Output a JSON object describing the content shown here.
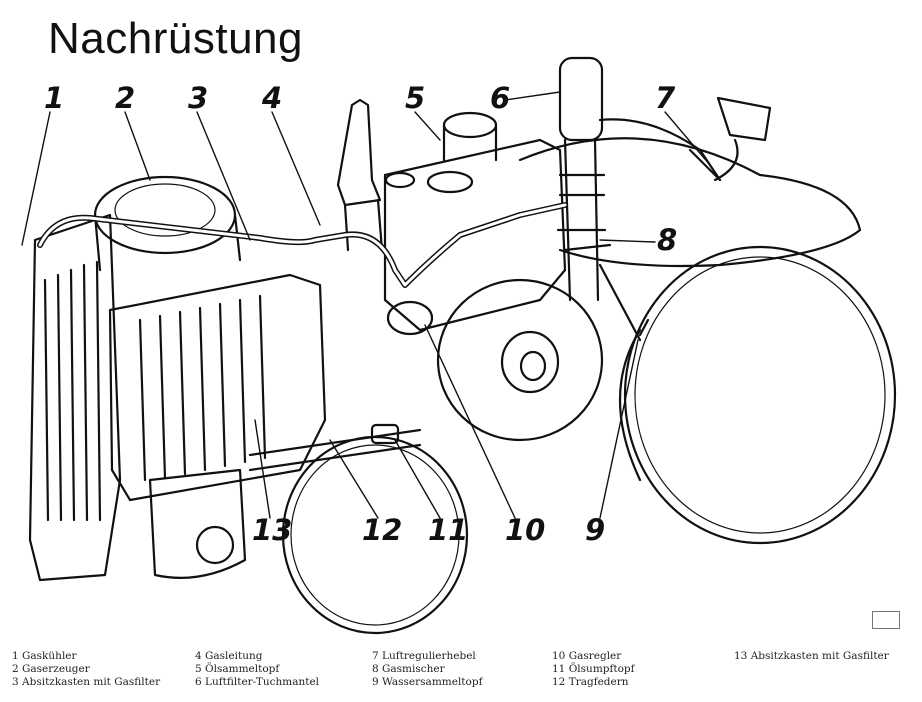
{
  "title": "Nachrüstung",
  "callouts": [
    "1",
    "2",
    "3",
    "4",
    "5",
    "6",
    "7",
    "8",
    "9",
    "10",
    "11",
    "12",
    "13"
  ],
  "legend": {
    "col1": [
      "1 Gaskühler",
      "2 Gaserzeuger",
      "3 Absitzkasten mit Gasfilter"
    ],
    "col2": [
      "4 Gasleitung",
      "5 Ölsammeltopf",
      "6 Luftfilter-Tuchmantel"
    ],
    "col3": [
      "7 Luftregulierhebel",
      "8 Gasmischer",
      "9 Wassersammeltopf"
    ],
    "col4": [
      "10 Gasregler",
      "11 Ölsumpftopf",
      "12 Tragfedern"
    ],
    "col5": [
      "13 Absitzkasten mit Gasfilter"
    ]
  },
  "colors": {
    "ink": "#111111",
    "paper": "#ffffff"
  }
}
